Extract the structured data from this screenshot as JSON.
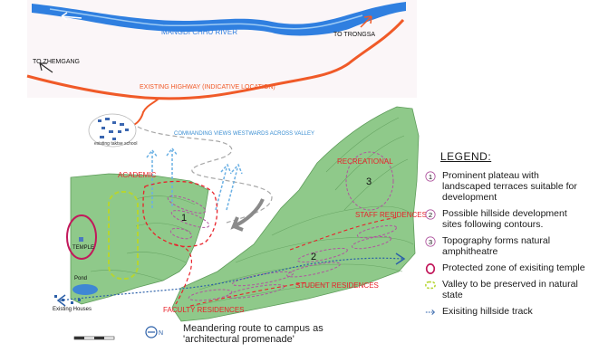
{
  "river": {
    "label": "MANGDI CHHU RIVER",
    "color": "#2f7fe0"
  },
  "highway": {
    "label": "EXISTING HIGHWAY  (INDICATIVE LOCATION)",
    "color": "#f05a28"
  },
  "destinations": {
    "east": "TO TRONGSA",
    "west": "TO ZHEMGANG"
  },
  "school_label": "existing taktse school",
  "views_label": "COMMANDING VIEWS  WESTWARDS ACROSS VALLEY",
  "zones": {
    "academic": "ACADEMIC",
    "recreational": "RECREATIONAL",
    "staff": "STAFF RESIDENCES",
    "student": "STUDENT RESIDENCES",
    "faculty": "FACULTY RESIDENCES",
    "temple": "TEMPLE",
    "pond": "Pond",
    "houses": "Existing Houses"
  },
  "zone_numbers": {
    "one": "1",
    "two": "2",
    "three": "3"
  },
  "legend": {
    "title": "LEGEND:",
    "items": [
      {
        "symbol": "1",
        "text": "Prominent plateau with landscaped terraces suitable for development"
      },
      {
        "symbol": "2",
        "text": "Possible hillside development sites following contours."
      },
      {
        "symbol": "3",
        "text": "Topography forms natural amphitheatre"
      },
      {
        "symbol": "",
        "text": "Protected zone of exisiting temple"
      },
      {
        "symbol": "",
        "text": "Valley to be preserved in natural state"
      },
      {
        "symbol": "",
        "text": "Exisiting hillside track"
      }
    ]
  },
  "caption": "Meandering route to campus as 'architectural promenade'",
  "north": "N",
  "colors": {
    "terrain": "#8fc98a",
    "contour": "#5e9c5a",
    "zone_red": "#e8232b",
    "temple": "#c2185b",
    "dev_site": "#b0569f",
    "valley": "#b6d531",
    "track": "#2b5fa8",
    "views": "#6ab0e4",
    "route": "#9a9a9a"
  }
}
